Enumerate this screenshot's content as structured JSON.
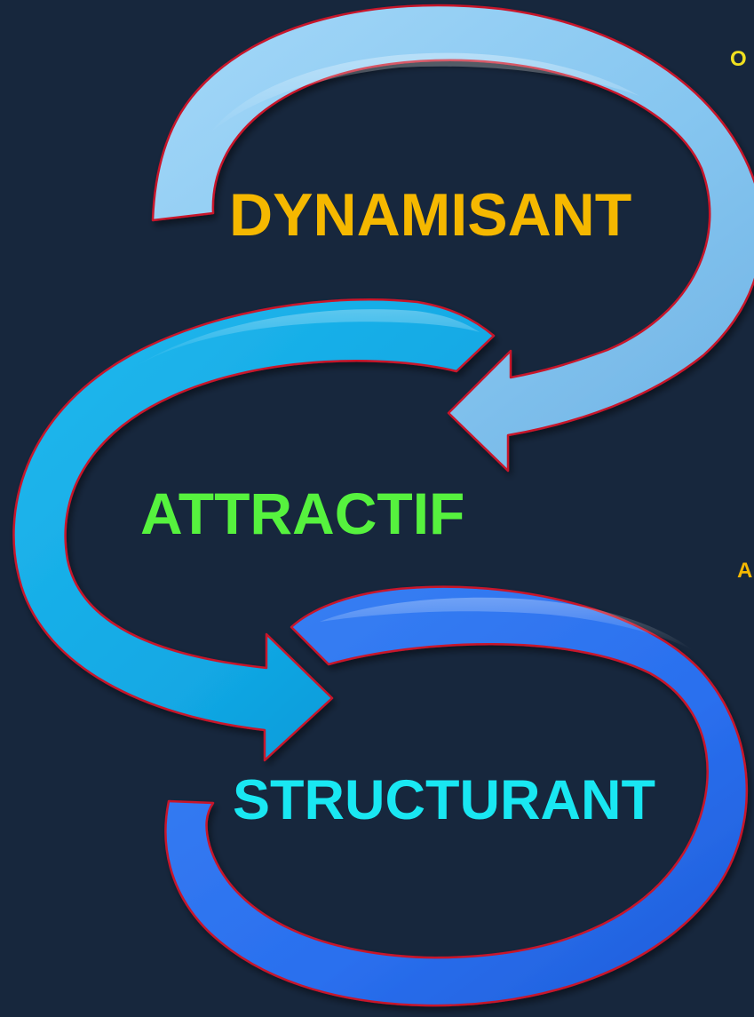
{
  "colors": {
    "background": "#17273d",
    "outline": "#c8142a",
    "arrow_top": "#8ccaf2",
    "arrow_middle": "#16aee8",
    "arrow_bottom": "#2b72ef",
    "text_dynamisant": "#f5b800",
    "text_attractif": "#56f23e",
    "text_structurant": "#19e7f2",
    "edge_text_top": "#f0e020",
    "edge_text_mid": "#f5b800"
  },
  "labels": {
    "dynamisant": "DYNAMISANT",
    "attractif": "ATTRACTIF",
    "structurant": "STRUCTURANT"
  },
  "edge_text": {
    "top": "O",
    "middle": "A"
  }
}
